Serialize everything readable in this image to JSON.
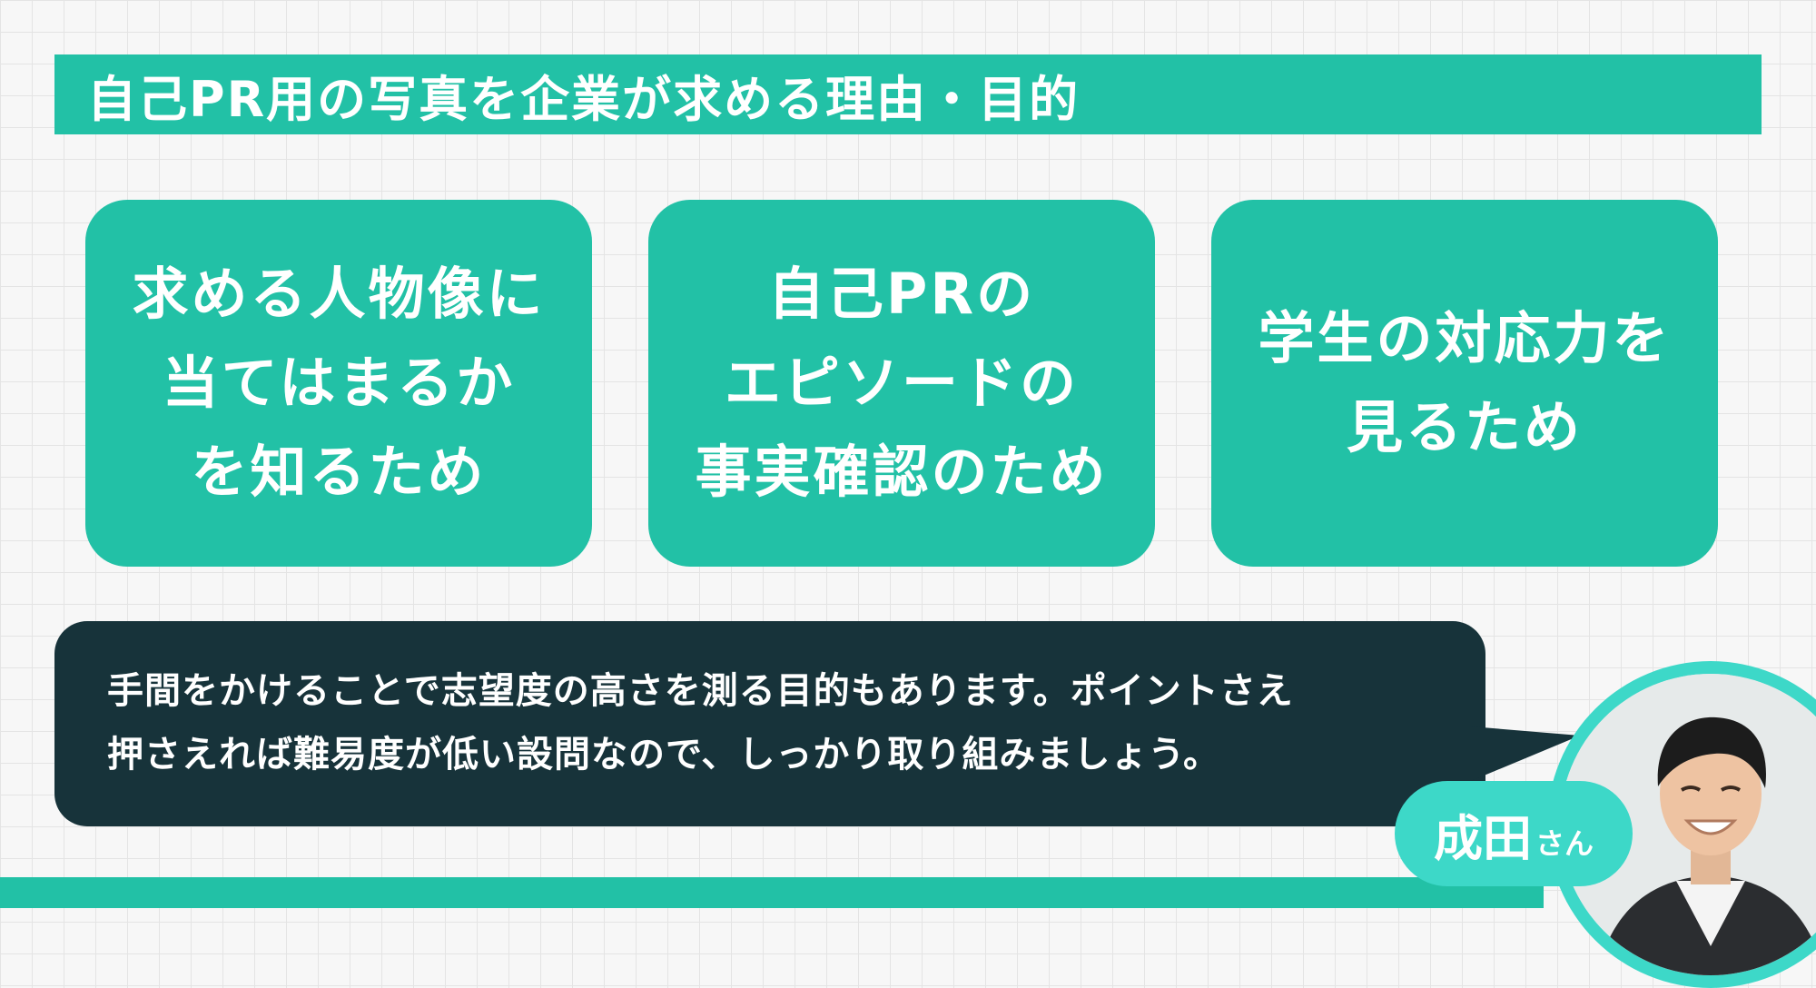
{
  "header": {
    "title": "自己PR用の写真を企業が求める理由・目的"
  },
  "cards": [
    {
      "text": "求める人物像に\n当てはまるか\nを知るため"
    },
    {
      "text": "自己PRの\nエピソードの\n事実確認のため"
    },
    {
      "text": "学生の対応力を\n見るため"
    }
  ],
  "comment": {
    "text": "手間をかけることで志望度の高さを測る目的もあります。ポイントさえ\n押さえれば難易度が低い設問なので、しっかり取り組みましょう。"
  },
  "speaker": {
    "name": "成田",
    "suffix": "さん"
  },
  "colors": {
    "accent": "#22c1a6",
    "bubble": "#17333a",
    "badge": "#3dd8c8"
  }
}
